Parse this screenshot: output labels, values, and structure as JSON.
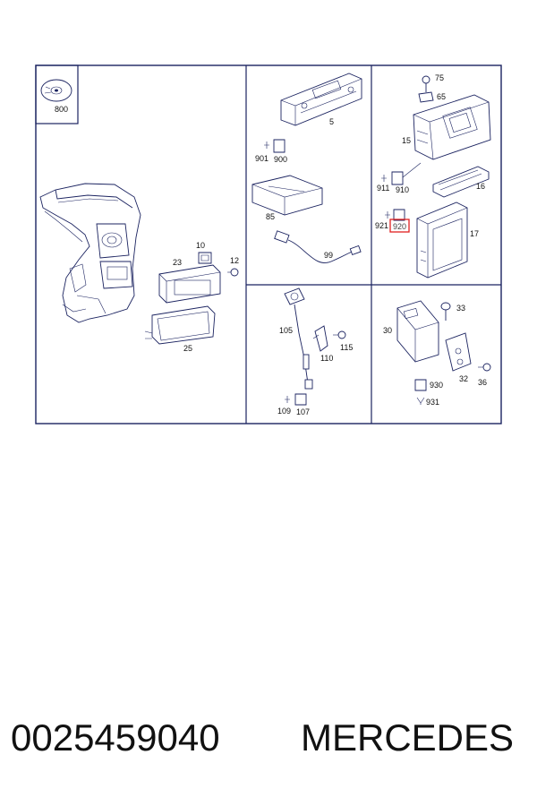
{
  "diagram": {
    "labels": {
      "cd": "800",
      "p5": "5",
      "p901": "901",
      "p900": "900",
      "p85": "85",
      "p99": "99",
      "p75": "75",
      "p65": "65",
      "p15": "15",
      "p911": "911",
      "p910": "910",
      "p16": "16",
      "p921": "921",
      "p920": "920",
      "p17": "17",
      "p10": "10",
      "p23": "23",
      "p12": "12",
      "p25": "25",
      "p105": "105",
      "p110": "110",
      "p115": "115",
      "p109": "109",
      "p107": "107",
      "p33": "33",
      "p30": "30",
      "p930": "930",
      "p931": "931",
      "p32": "32",
      "p36": "36"
    },
    "highlight_color": "#e02020",
    "line_color": "#1b2360"
  },
  "footer": {
    "part_number": "0025459040",
    "brand": "MERCEDES"
  }
}
